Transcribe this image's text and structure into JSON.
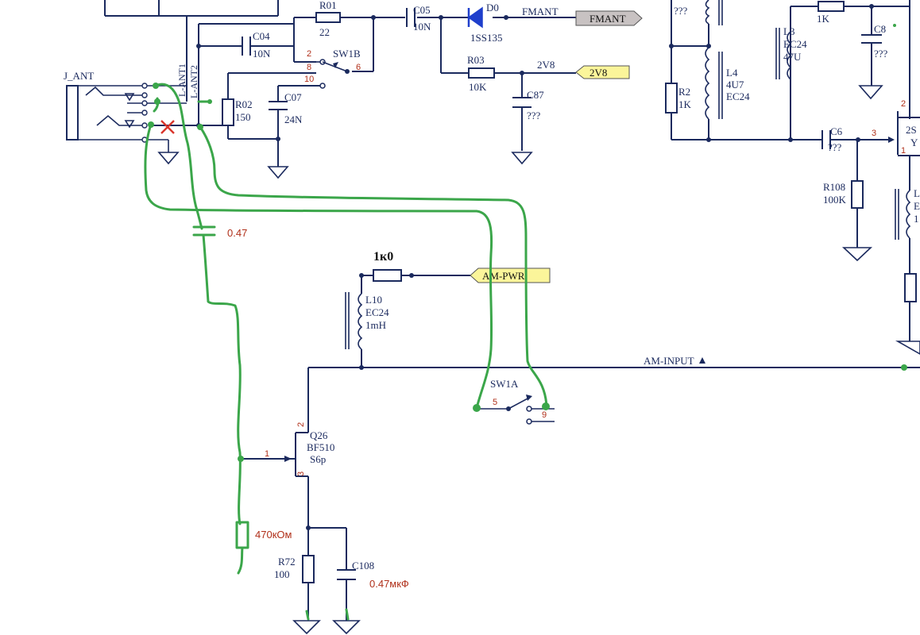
{
  "components": {
    "j_ant": {
      "ref": "J_ANT"
    },
    "r01": {
      "ref": "R01",
      "value": "22"
    },
    "c05": {
      "ref": "C05",
      "value": "10N"
    },
    "d0": {
      "ref": "D0",
      "value": "1SS135"
    },
    "fmant_net": {
      "label": "FMANT"
    },
    "c04": {
      "ref": "C04",
      "value": "10N"
    },
    "sw1b": {
      "ref": "SW1B",
      "pins": [
        "2",
        "8",
        "10",
        "6"
      ]
    },
    "r02": {
      "ref": "R02",
      "value": "150"
    },
    "c07": {
      "ref": "C07",
      "value": "24N"
    },
    "r03": {
      "ref": "R03",
      "value": "10K"
    },
    "v28_net": {
      "label": "2V8"
    },
    "c87": {
      "ref": "C87",
      "value": "???"
    },
    "l_ant1": {
      "label": "L-ANT1"
    },
    "l_ant2": {
      "label": "L-ANT2"
    },
    "l10": {
      "ref": "L10",
      "line2": "EC24",
      "line3": "1mH"
    },
    "r_1k0": {
      "value": "1к0"
    },
    "q26": {
      "ref": "Q26",
      "line2": "BF510",
      "line3": "S6p",
      "pins": [
        "2",
        "1",
        "3"
      ]
    },
    "sw1a": {
      "ref": "SW1A",
      "pins": [
        "5",
        "9"
      ]
    },
    "am_input": {
      "label": "AM-INPUT"
    },
    "r72": {
      "ref": "R72",
      "value": "100"
    },
    "c108": {
      "ref": "C108",
      "value": "0.47мкФ"
    },
    "r470": {
      "value": "470кОм"
    },
    "c_047": {
      "value": "0.47"
    },
    "c_top": {
      "value": "???"
    },
    "r_1k_top": {
      "value": "1K"
    },
    "l3": {
      "ref": "L3",
      "line2": "EC24",
      "line3": "47U"
    },
    "c8": {
      "ref": "C8",
      "value": "???"
    },
    "r2": {
      "ref": "R2",
      "value": "1K"
    },
    "l4": {
      "ref": "L4",
      "line2": "4U7",
      "line3": "EC24"
    },
    "c6": {
      "ref": "C6",
      "value": "???",
      "pin": "3"
    },
    "r108": {
      "ref": "R108",
      "value": "100K"
    },
    "q_right": {
      "line1": "2S",
      "line2": "Y",
      "pins": [
        "2",
        "1"
      ]
    },
    "l_right": {
      "line1": "L",
      "line2": "E",
      "line3": "1"
    }
  },
  "ports": {
    "fmant": {
      "label": "FMANT",
      "color": "#c8c2c2"
    },
    "v28": {
      "label": "2V8",
      "color": "#fbf59a"
    },
    "am_pwr": {
      "label": "AM-PWR",
      "color": "#fbf59a"
    }
  },
  "colors": {
    "wire": "#1b2a5e",
    "added_wiring": "#3ba64a",
    "pin_numbers": "#b0301a",
    "mark": "#d9342b"
  }
}
